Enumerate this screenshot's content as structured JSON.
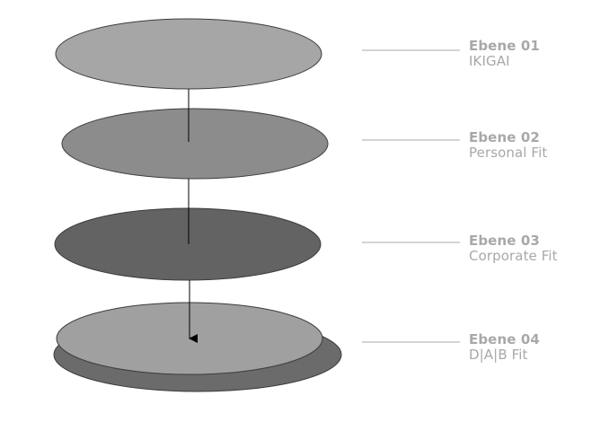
{
  "layers": [
    {
      "title": "Ebene 01",
      "subtitle": "IKIGAI",
      "fill": "#a6a6a6"
    },
    {
      "title": "Ebene 02",
      "subtitle": "Personal Fit",
      "fill": "#8c8c8c"
    },
    {
      "title": "Ebene 03",
      "subtitle": "Corporate Fit",
      "fill": "#636363"
    },
    {
      "title": "Ebene 04",
      "subtitle": "D|A|B Fit",
      "fill": "#a0a0a0",
      "shadow_fill": "#6b6b6b"
    }
  ],
  "colors": {
    "text": "#a8a8a8",
    "stroke": "#3c3c3c",
    "connector": "#a8a8a8"
  }
}
